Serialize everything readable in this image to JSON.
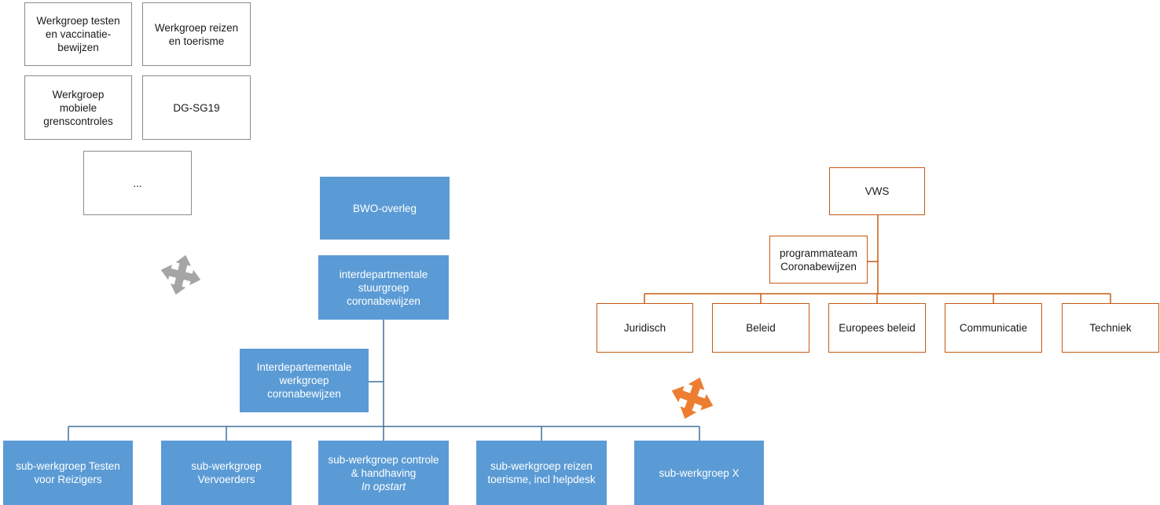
{
  "colors": {
    "blue_fill": "#5b9bd5",
    "blue_line": "#41719c",
    "orange_line": "#c55a11",
    "orange_icon": "#ed7d31",
    "gray_border": "#8c8c8c",
    "gray_icon": "#a5a5a5"
  },
  "left_group": {
    "boxes": [
      "Werkgroep testen\nen vaccinatie-\nbewijzen",
      "Werkgroep reizen\nen toerisme",
      "Werkgroep\nmobiele\ngrenscontroles",
      "DG-SG19",
      "..."
    ],
    "icon": "gray-four-way-arrow-icon"
  },
  "center_group": {
    "top": "BWO-overleg",
    "stuurgroep": "interdepartmentale\nstuurgroep\ncoronabewijzen",
    "werkgroep": "Interdepartementale\nwerkgroep\ncoronabewijzen",
    "subgroups": [
      {
        "label": "sub-werkgroep Testen\nvoor Reizigers",
        "note": ""
      },
      {
        "label": "sub-werkgroep\nVervoerders",
        "note": ""
      },
      {
        "label": "sub-werkgroep controle\n& handhaving",
        "note": "In opstart"
      },
      {
        "label": "sub-werkgroep reizen\ntoerisme, incl helpdesk",
        "note": ""
      },
      {
        "label": "sub-werkgroep X",
        "note": ""
      }
    ]
  },
  "right_group": {
    "top": "VWS",
    "assistant": "programmateam\nCoronabewijzen",
    "children": [
      "Juridisch",
      "Beleid",
      "Europees beleid",
      "Communicatie",
      "Techniek"
    ],
    "icon": "orange-four-way-arrow-icon"
  }
}
